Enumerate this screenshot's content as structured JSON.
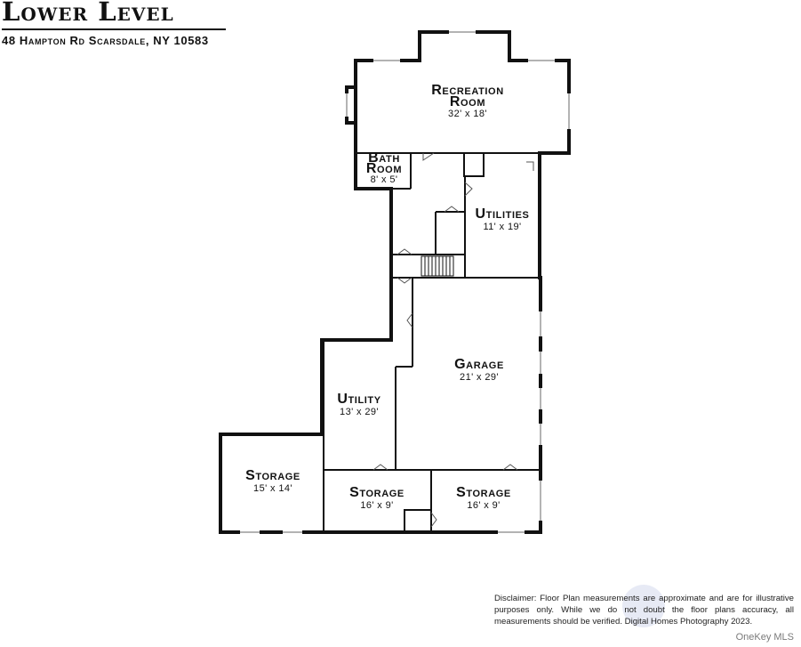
{
  "header": {
    "title": "Lower Level",
    "address": "48 Hampton Rd Scarsdale, NY 10583"
  },
  "rooms": {
    "recreation": {
      "name_line1": "Recreation",
      "name_line2": "Room",
      "dims": "32' x 18'"
    },
    "bath": {
      "name_line1": "Bath",
      "name_line2": "Room",
      "dims": "8' x 5'"
    },
    "utilities": {
      "name": "Utilities",
      "dims": "11' x 19'"
    },
    "garage": {
      "name": "Garage",
      "dims": "21' x 29'"
    },
    "utility": {
      "name": "Utility",
      "dims": "13' x 29'"
    },
    "storage_left": {
      "name": "Storage",
      "dims": "15' x 14'"
    },
    "storage_mid": {
      "name": "Storage",
      "dims": "16' x 9'"
    },
    "storage_right": {
      "name": "Storage",
      "dims": "16' x 9'"
    }
  },
  "disclaimer": "Disclaimer: Floor Plan measurements are approximate and are for illustrative purposes only. While we do not doubt the floor plans accuracy, all measurements should be verified. Digital Homes Photography 2023.",
  "watermark": "OneKey MLS",
  "colors": {
    "wall": "#111111",
    "window": "#9a9a9a",
    "door": "#555555"
  }
}
